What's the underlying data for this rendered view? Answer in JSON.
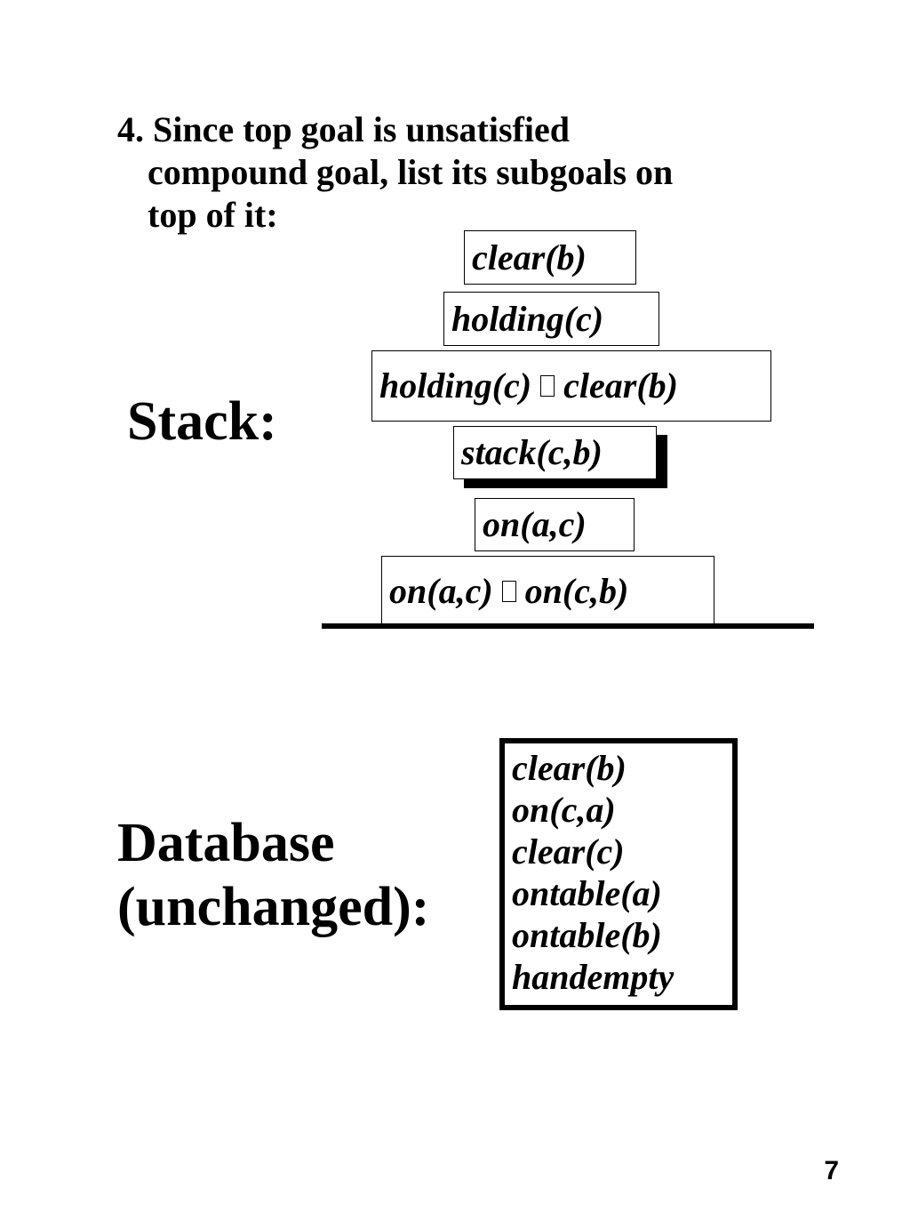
{
  "heading": {
    "number": "4.",
    "lines": [
      "Since top goal is unsatisfied",
      "compound goal, list its subgoals on",
      "top of it:"
    ]
  },
  "stack": {
    "label": "Stack:",
    "goals": [
      {
        "text": "clear(b)"
      },
      {
        "text": "holding(c)"
      },
      {
        "left": "holding(c)",
        "symbol": "∧",
        "right": "clear(b)"
      },
      {
        "text": "stack(c,b)"
      },
      {
        "text": "on(a,c)"
      },
      {
        "left": "on(a,c)",
        "symbol": "∧",
        "right": "on(c,b)"
      }
    ]
  },
  "database": {
    "label_line1": "Database",
    "label_line2": "(unchanged):",
    "facts": [
      "clear(b)",
      "on(c,a)",
      "clear(c)",
      "ontable(a)",
      "ontable(b)",
      "handempty"
    ]
  },
  "page_number": "7"
}
